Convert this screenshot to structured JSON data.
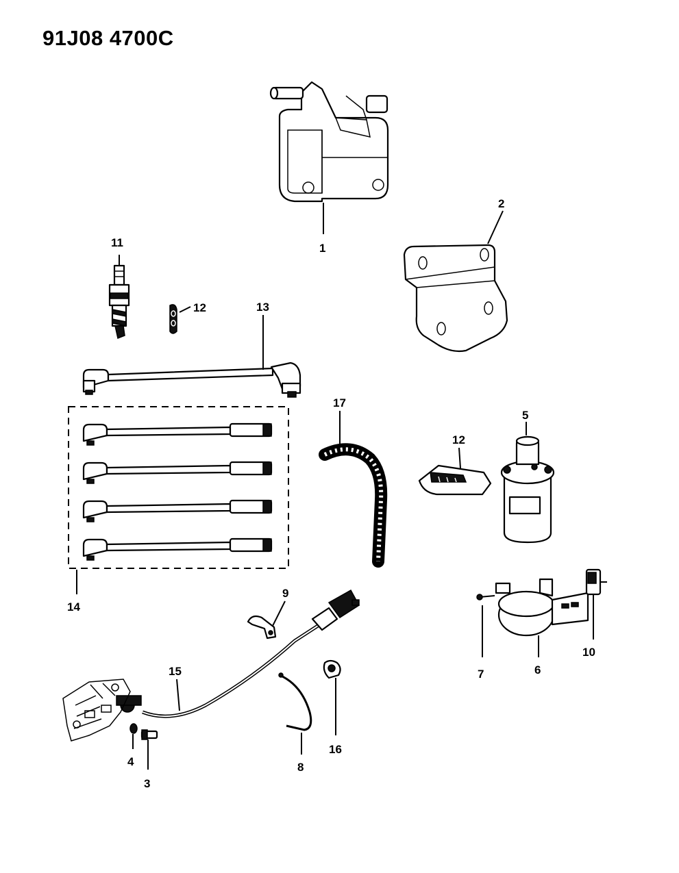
{
  "title": "91J08 4700C",
  "callouts": {
    "c1": "1",
    "c2": "2",
    "c3": "3",
    "c4": "4",
    "c5": "5",
    "c6": "6",
    "c7": "7",
    "c8": "8",
    "c9": "9",
    "c10": "10",
    "c11": "11",
    "c12a": "12",
    "c12b": "12",
    "c13": "13",
    "c14": "14",
    "c15": "15",
    "c16": "16",
    "c17": "17"
  }
}
